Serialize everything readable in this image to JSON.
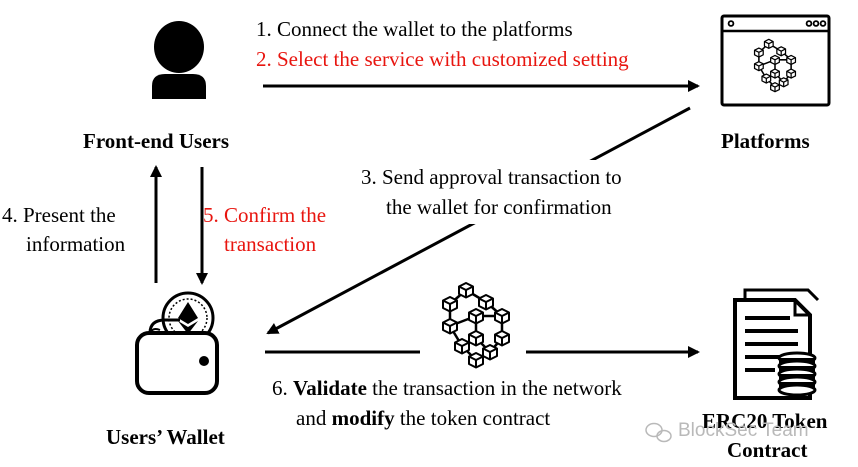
{
  "nodes": {
    "front_end_users": "Front-end Users",
    "platforms": "Platforms",
    "users_wallet": "Users’ Wallet",
    "erc20_contract_line1": "ERC20 Token",
    "erc20_contract_line2": "Contract"
  },
  "steps": {
    "step1": "1.  Connect the wallet to the platforms",
    "step2": "2.  Select the service with customized setting",
    "step3_line1": "3. Send approval transaction to",
    "step3_line2": "the wallet for confirmation",
    "step4_line1": "4. Present the",
    "step4_line2": "information",
    "step5_line1": "5. Confirm the",
    "step5_line2": "transaction",
    "step6_prefix": "6. ",
    "step6_bold1": "Validate",
    "step6_mid": " the transaction in the network",
    "step6_line2_a": "and ",
    "step6_bold2": "modify",
    "step6_line2_b": " the token contract"
  },
  "watermark": "BlockSec Team",
  "colors": {
    "highlight": "#e8150f",
    "ink": "#000000"
  }
}
